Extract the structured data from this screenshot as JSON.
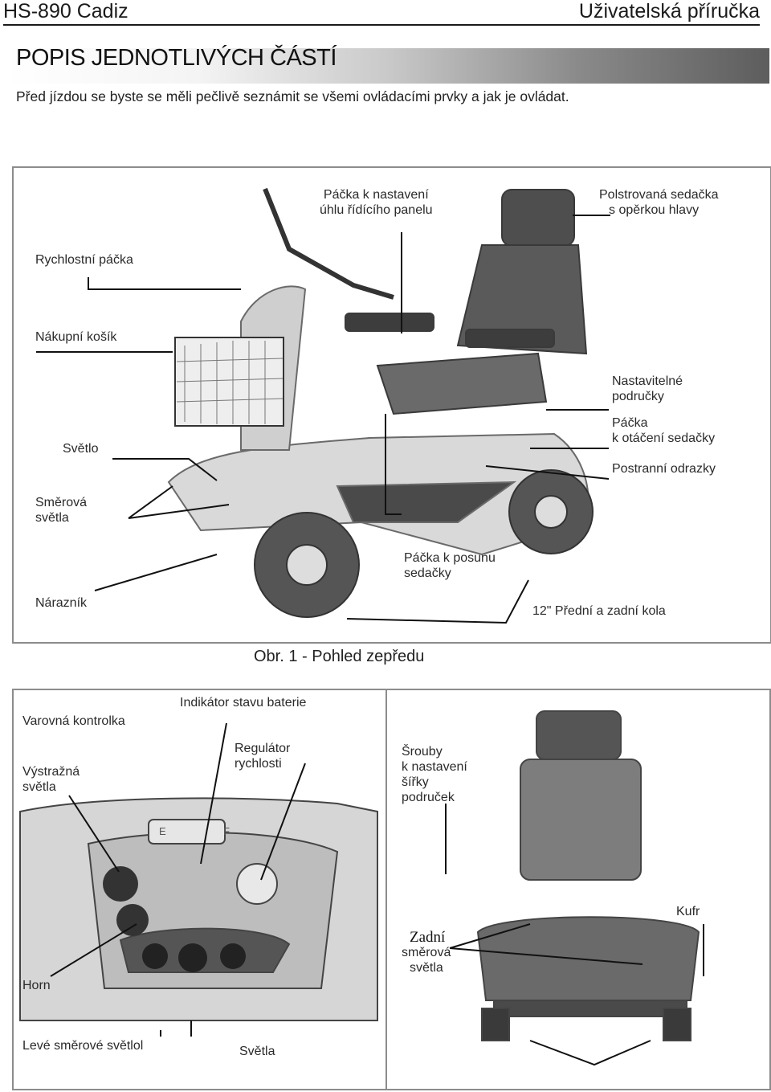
{
  "header": {
    "left": "HS-890 Cadiz",
    "right": "Uživatelská příručka"
  },
  "section": {
    "title": "POPIS JEDNOTLIVÝCH ČÁSTÍ",
    "intro": "Před jízdou se byste se měli pečlivě seznámit se všemi ovládacími prvky a jak je ovládat."
  },
  "figure1": {
    "caption": "Obr. 1 - Pohled zepředu",
    "labels": {
      "tiller_lever_1": "Páčka k nastavení",
      "tiller_lever_2": "úhlu řídícího panelu",
      "seat_1": "Polstrovaná sedačka",
      "seat_2": "s opěrkou hlavy",
      "speed_lever": "Rychlostní páčka",
      "basket": "Nákupní košík",
      "armrests_1": "Nastavitelné",
      "armrests_2": "područky",
      "swivel_1": "Páčka",
      "swivel_2": "k otáčení sedačky",
      "light": "Světlo",
      "reflectors": "Postranní odrazky",
      "indicators_1": "Směrová",
      "indicators_2": "světla",
      "slide_1": "Páčka k posunu",
      "slide_2": "sedačky",
      "bumper": "Nárazník",
      "wheels": "12\" Přední a zadní kola"
    }
  },
  "figure2": {
    "labels": {
      "warning_lamp": "Varovná kontrolka",
      "battery": "Indikátor stavu baterie",
      "hazard_1": "Výstražná",
      "hazard_2": "světla",
      "speed_1": "Regulátor",
      "speed_2": "rychlosti",
      "horn": "Horn",
      "left_ind": "Levé směrové světlol",
      "lights": "Světla"
    },
    "gauge": {
      "e": "E",
      "f": "F"
    }
  },
  "figure3": {
    "labels": {
      "screws_1": "Šrouby",
      "screws_2": "k nastavení",
      "screws_3": "šířky",
      "screws_4": "područek",
      "trunk": "Kufr",
      "rear_1": "Zadní",
      "rear_2": "směrová",
      "rear_3": "světla"
    }
  },
  "colors": {
    "accent": "#8a8a8a",
    "line": "#111111"
  }
}
